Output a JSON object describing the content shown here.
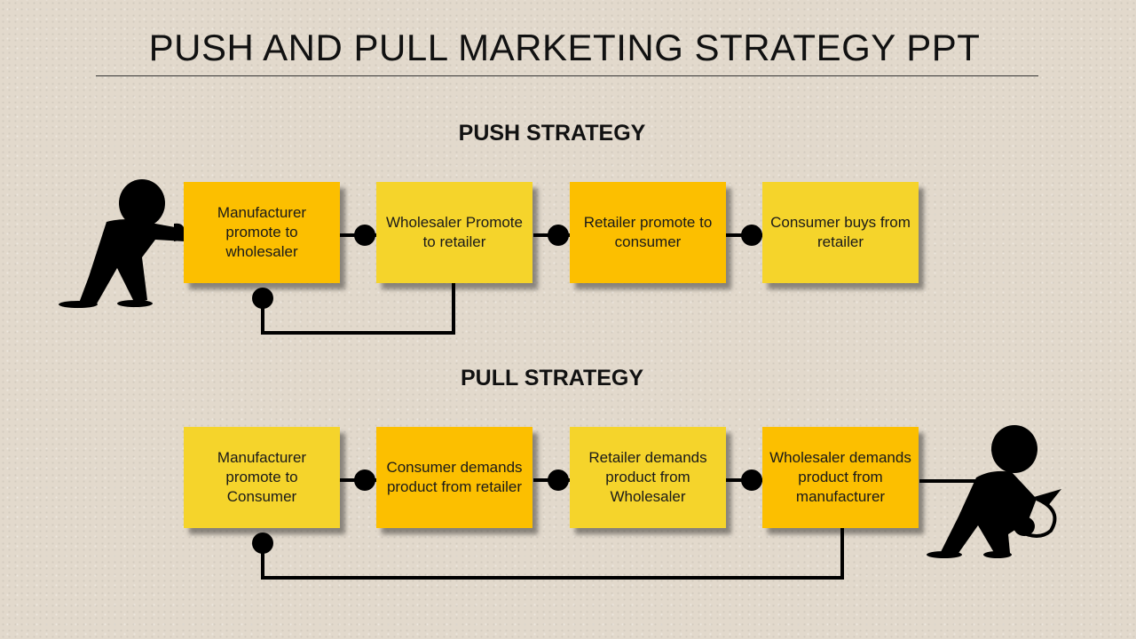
{
  "title": "PUSH AND PULL MARKETING STRATEGY PPT",
  "push": {
    "heading": "PUSH STRATEGY",
    "steps": [
      "Manufacturer promote to wholesaler",
      "Wholesaler Promote to retailer",
      "Retailer promote to consumer",
      "Consumer buys from retailer"
    ]
  },
  "pull": {
    "heading": "PULL STRATEGY",
    "steps": [
      "Manufacturer promote to Consumer",
      "Consumer demands product from retailer",
      "Retailer demands product from Wholesaler",
      "Wholesaler demands product from manufacturer"
    ]
  },
  "colors": {
    "orange": "#fcbf00",
    "yellow": "#f5d42b",
    "connector": "#000000"
  },
  "icons": [
    "pushing-person-icon",
    "pulling-person-icon"
  ]
}
